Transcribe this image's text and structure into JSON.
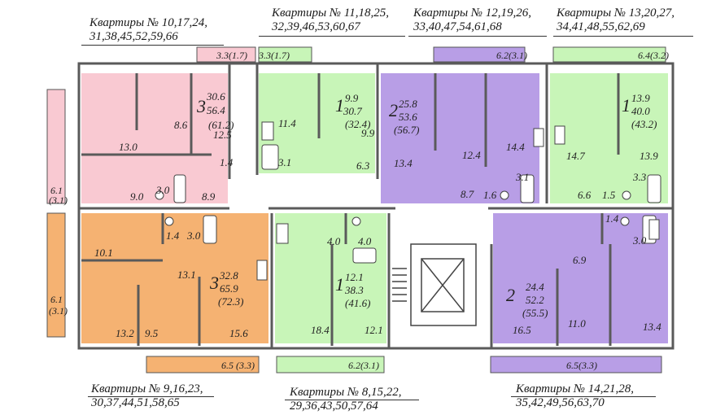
{
  "groups": [
    {
      "line1": "Квартиры № 10,17,24,",
      "line2": "31,38,45,52,59,66"
    },
    {
      "line1": "Квартиры № 11,18,25,",
      "line2": "32,39,46,53,60,67"
    },
    {
      "line1": "Квартиры № 12,19,26,",
      "line2": "33,40,47,54,61,68"
    },
    {
      "line1": "Квартиры № 13,20,27,",
      "line2": "34,41,48,55,62,69"
    },
    {
      "line1": "Квартиры № 9,16,23,",
      "line2": "30,37,44,51,58,65"
    },
    {
      "line1": "Квартиры № 8,15,22,",
      "line2": "29,36,43,50,57,64"
    },
    {
      "line1": "Квартиры № 14,21,28,",
      "line2": "35,42,49,56,63,70"
    }
  ],
  "apartments": [
    {
      "rooms": "3",
      "living": "30.6",
      "total": "56.4",
      "balcony_total": "(61.2)",
      "color": "#f9c9d2"
    },
    {
      "rooms": "1",
      "living": "9.9",
      "total": "30.7",
      "balcony_total": "(32.4)",
      "color": "#c8f5b8"
    },
    {
      "rooms": "2",
      "living": "25.8",
      "total": "53.6",
      "balcony_total": "(56.7)",
      "color": "#b89ee6"
    },
    {
      "rooms": "1",
      "living": "13.9",
      "total": "40.0",
      "balcony_total": "(43.2)",
      "color": "#c8f5b8"
    },
    {
      "rooms": "3",
      "living": "32.8",
      "total": "65.9",
      "balcony_total": "(72.3)",
      "color": "#f5b272"
    },
    {
      "rooms": "1",
      "living": "12.1",
      "total": "38.3",
      "balcony_total": "(41.6)",
      "color": "#c8f5b8"
    },
    {
      "rooms": "2",
      "living": "24.4",
      "total": "52.2",
      "balcony_total": "(55.5)",
      "color": "#b89ee6"
    }
  ],
  "balconies": [
    "3.3(1.7)",
    "3.3(1.7)",
    "6.2(3.1)",
    "6.4(3.2)",
    "6.1",
    "(3.1)",
    "6.1",
    "(3.1)",
    "6.5 (3.3)",
    "6.2(3.1)",
    "6.5(3.3)"
  ],
  "rooms": [
    "8.6",
    "12.5",
    "13.0",
    "1.4",
    "3.0",
    "9.0",
    "8.9",
    "11.4",
    "9.9",
    "3.1",
    "6.3",
    "12.4",
    "14.4",
    "13.4",
    "3.1",
    "8.7",
    "1.6",
    "14.7",
    "13.9",
    "3.3",
    "6.6",
    "1.5",
    "10.1",
    "1.4",
    "3.0",
    "13.1",
    "13.2",
    "9.5",
    "15.6",
    "4.0",
    "4.0",
    "18.4",
    "12.1",
    "1.4",
    "3.0",
    "6.9",
    "16.5",
    "11.0",
    "13.4"
  ]
}
